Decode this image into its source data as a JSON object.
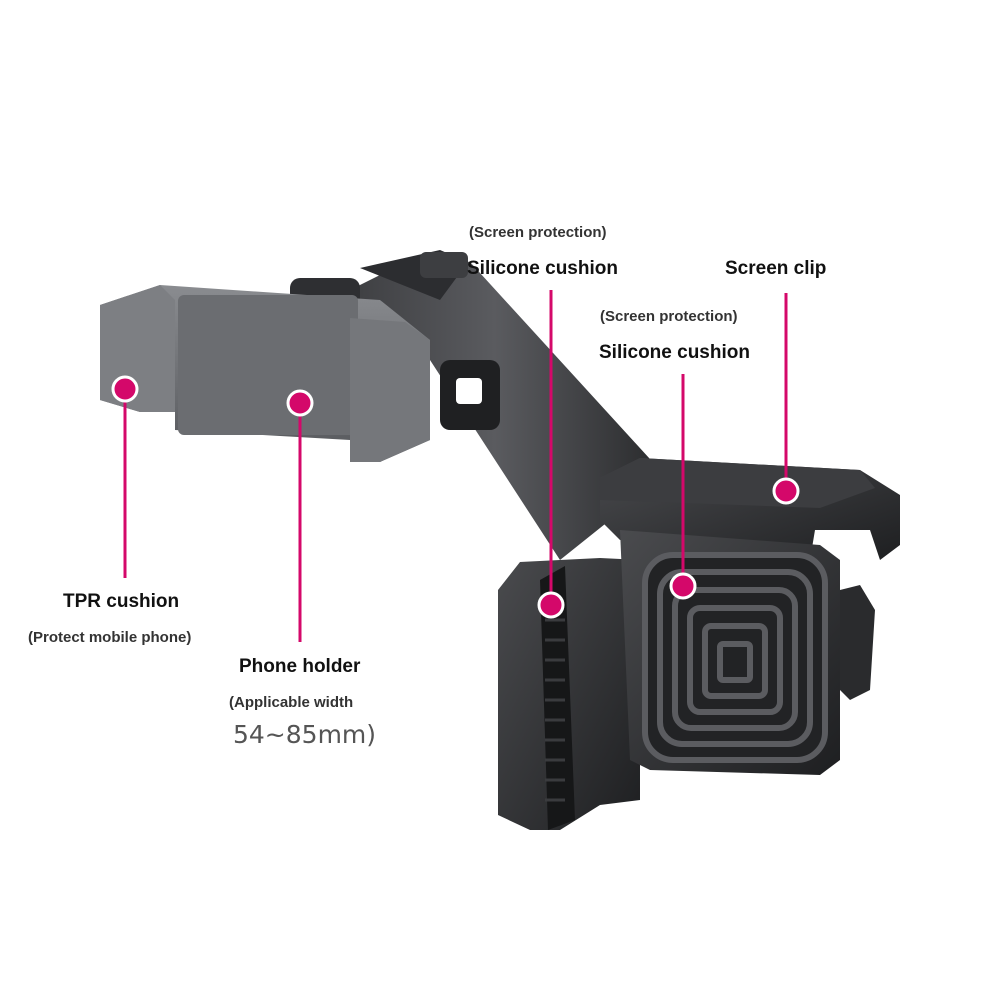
{
  "accent": "#d4086a",
  "labels": {
    "top_sub": "(Screen protection)",
    "top_main": "Silicone cushion",
    "screen_clip": "Screen clip",
    "mid_sub": "(Screen protection)",
    "mid_main": "Silicone cushion",
    "tpr_main": "TPR cushion",
    "tpr_sub": "(Protect mobile phone)",
    "holder_main": "Phone holder",
    "holder_sub": "(Applicable width",
    "holder_width": "54~85mm)"
  }
}
